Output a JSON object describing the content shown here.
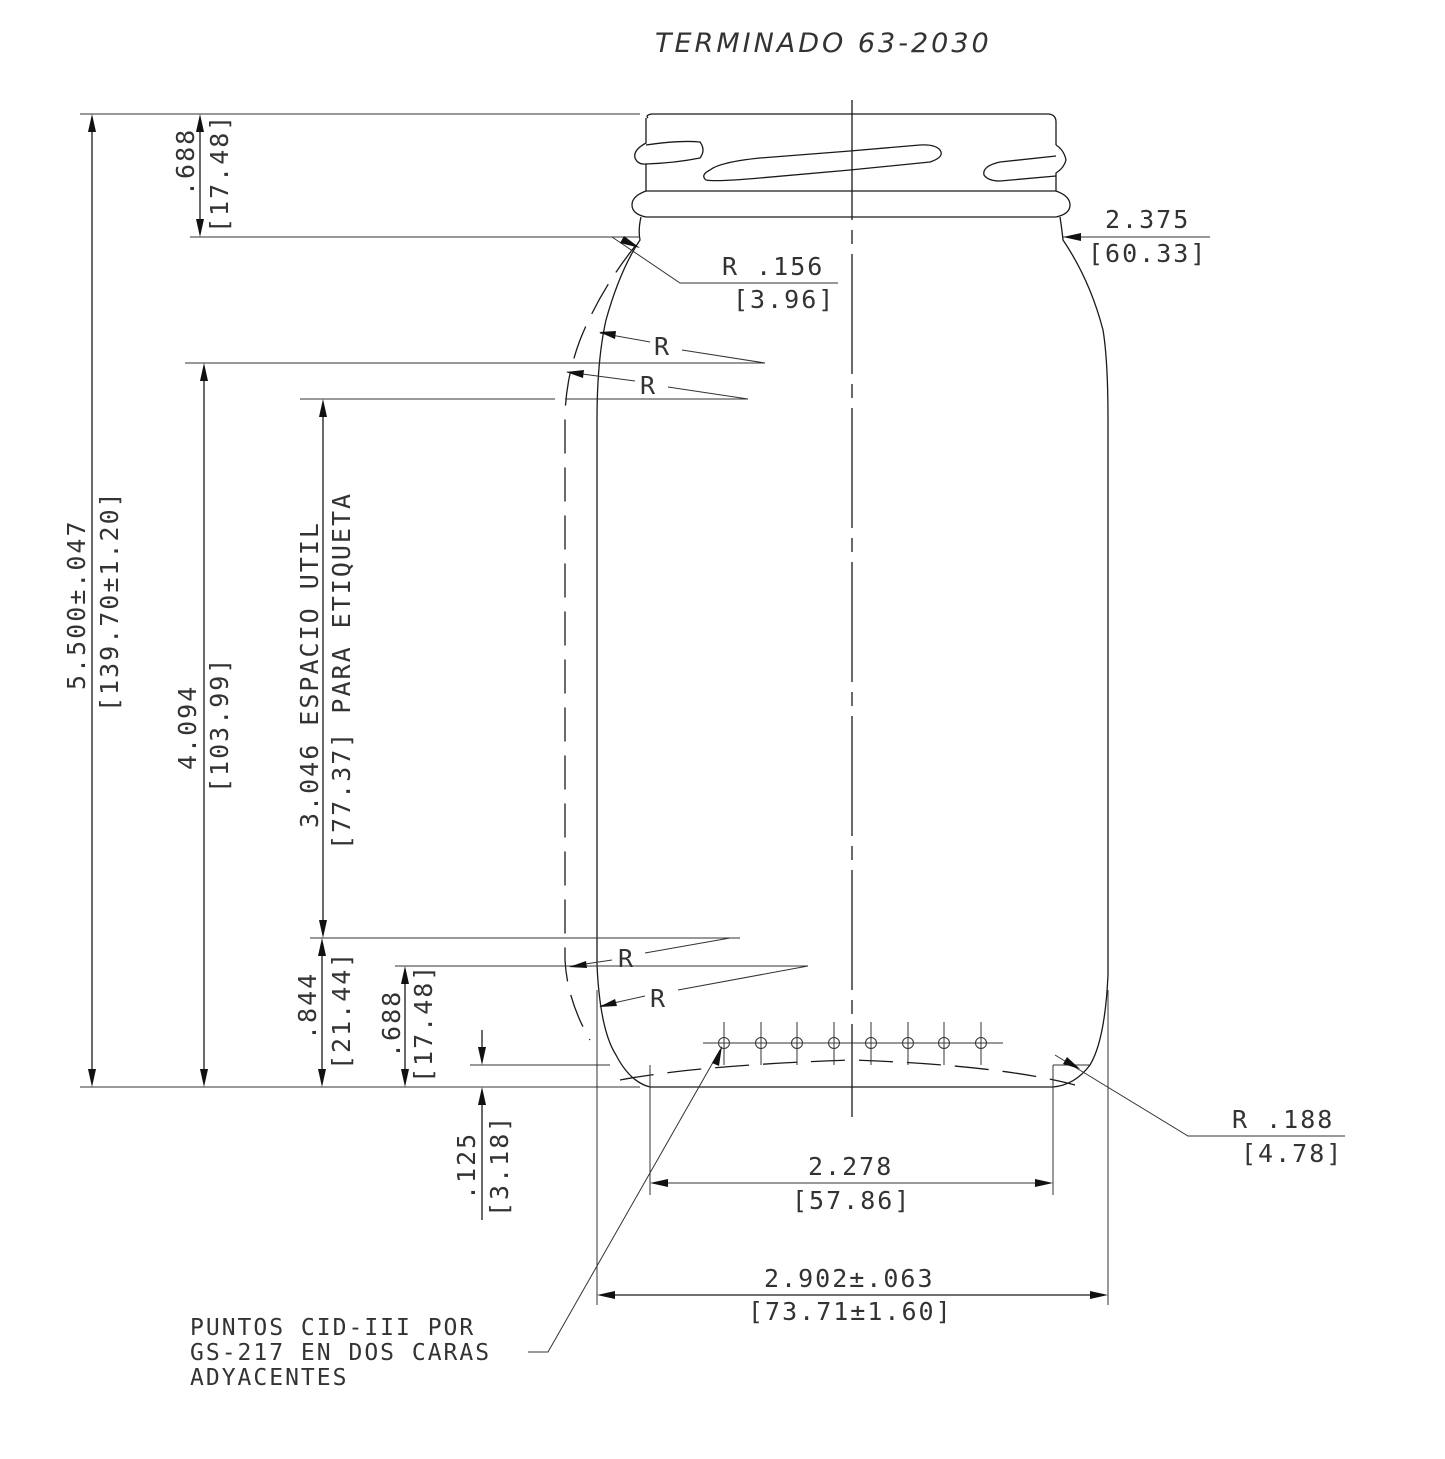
{
  "title": "TERMINADO 63-2030",
  "dimensions": {
    "overall_height": {
      "imperial": "5.500±.047",
      "metric": "[139.70±1.20]"
    },
    "shoulder_height": {
      "imperial": "4.094",
      "metric": "[103.99]"
    },
    "label_space": {
      "imperial": "3.046 ESPACIO UTIL",
      "metric": "[77.37] PARA ETIQUETA"
    },
    "finish_height": {
      "imperial": ".688",
      "metric": "[17.48]"
    },
    "heel_height_outer": {
      "imperial": ".844",
      "metric": "[21.44]"
    },
    "heel_height_inner": {
      "imperial": ".688",
      "metric": "[17.48]"
    },
    "base_push_up": {
      "imperial": ".125",
      "metric": "[3.18]"
    },
    "neck_diameter": {
      "imperial": "2.375",
      "metric": "[60.33]"
    },
    "neck_radius": {
      "imperial": "R .156",
      "metric": "[3.96]"
    },
    "heel_radius": {
      "imperial": "R .188",
      "metric": "[4.78]"
    },
    "base_diameter": {
      "imperial": "2.278",
      "metric": "[57.86]"
    },
    "body_diameter": {
      "imperial": "2.902±.063",
      "metric": "[73.71±1.60]"
    }
  },
  "radius_labels": [
    "R",
    "R",
    "R",
    "R"
  ],
  "note": {
    "lines": [
      "PUNTOS CID-III POR",
      "GS-217 EN DOS CARAS",
      "ADYACENTES"
    ]
  },
  "cid_points_count": 8
}
